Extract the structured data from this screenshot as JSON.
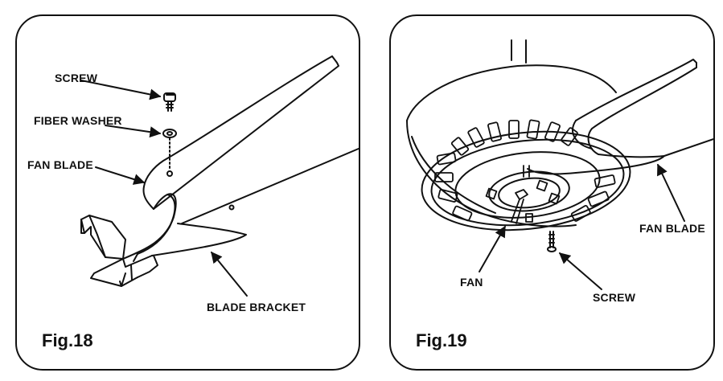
{
  "figures": [
    {
      "caption": "Fig.18",
      "labels": {
        "screw": "SCREW",
        "fiber_washer": "FIBER WASHER",
        "fan_blade": "FAN BLADE",
        "blade_bracket": "BLADE BRACKET"
      }
    },
    {
      "caption": "Fig.19",
      "labels": {
        "fan_blade": "FAN BLADE",
        "fan": "FAN",
        "screw": "SCREW"
      }
    }
  ],
  "colors": {
    "ink": "#111111",
    "background": "#ffffff"
  }
}
